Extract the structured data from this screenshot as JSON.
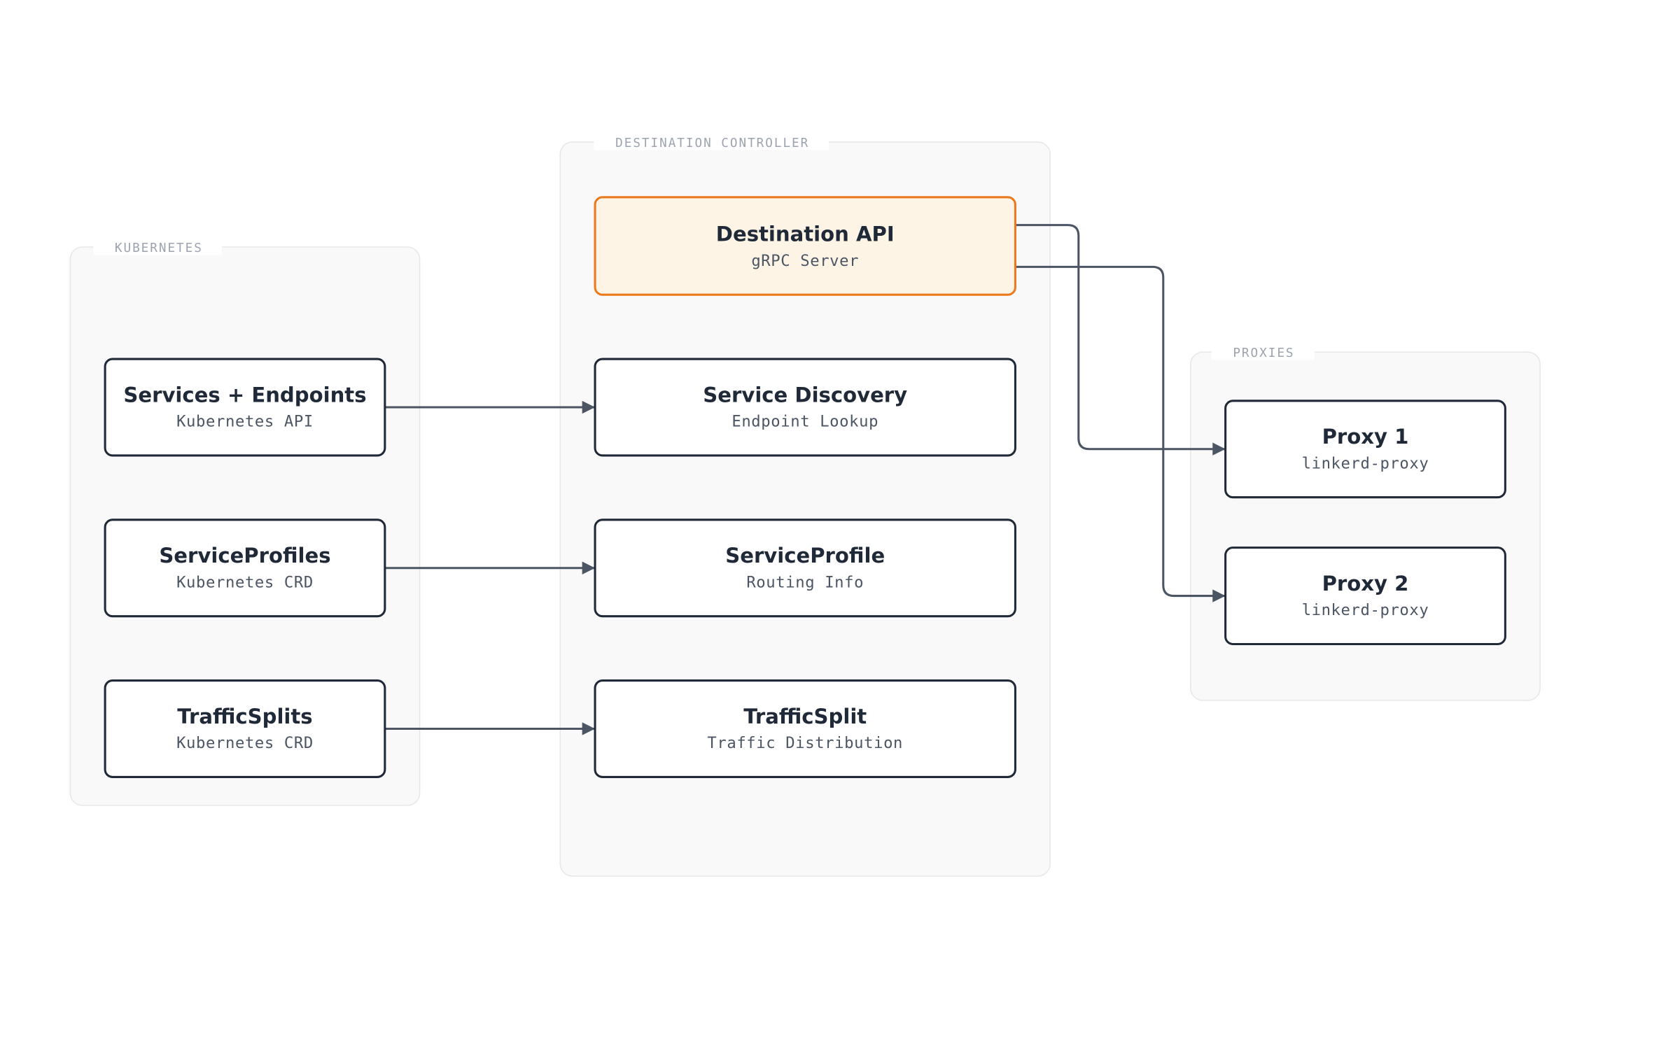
{
  "colors": {
    "accent_border": "#ea7a1e",
    "accent_fill": "#fdf4e6",
    "node_border": "#1f2937",
    "edge": "#4b5563",
    "group_fill": "#f9f9f9",
    "group_label": "#9ca3af"
  },
  "groups": {
    "kubernetes": {
      "label": "KUBERNETES"
    },
    "destination_controller": {
      "label": "DESTINATION CONTROLLER"
    },
    "proxies": {
      "label": "PROXIES"
    }
  },
  "nodes": {
    "services_endpoints": {
      "title": "Services + Endpoints",
      "subtitle": "Kubernetes API"
    },
    "serviceprofiles": {
      "title": "ServiceProfiles",
      "subtitle": "Kubernetes CRD"
    },
    "trafficsplits": {
      "title": "TrafficSplits",
      "subtitle": "Kubernetes CRD"
    },
    "destination_api": {
      "title": "Destination API",
      "subtitle": "gRPC Server"
    },
    "service_discovery": {
      "title": "Service Discovery",
      "subtitle": "Endpoint Lookup"
    },
    "serviceprofile": {
      "title": "ServiceProfile",
      "subtitle": "Routing Info"
    },
    "trafficsplit": {
      "title": "TrafficSplit",
      "subtitle": "Traffic Distribution"
    },
    "proxy1": {
      "title": "Proxy 1",
      "subtitle": "linkerd-proxy"
    },
    "proxy2": {
      "title": "Proxy 2",
      "subtitle": "linkerd-proxy"
    }
  },
  "edges": [
    {
      "from": "services_endpoints",
      "to": "service_discovery"
    },
    {
      "from": "serviceprofiles",
      "to": "serviceprofile"
    },
    {
      "from": "trafficsplits",
      "to": "trafficsplit"
    },
    {
      "from": "destination_api",
      "to": "proxy1"
    },
    {
      "from": "destination_api",
      "to": "proxy2"
    }
  ]
}
